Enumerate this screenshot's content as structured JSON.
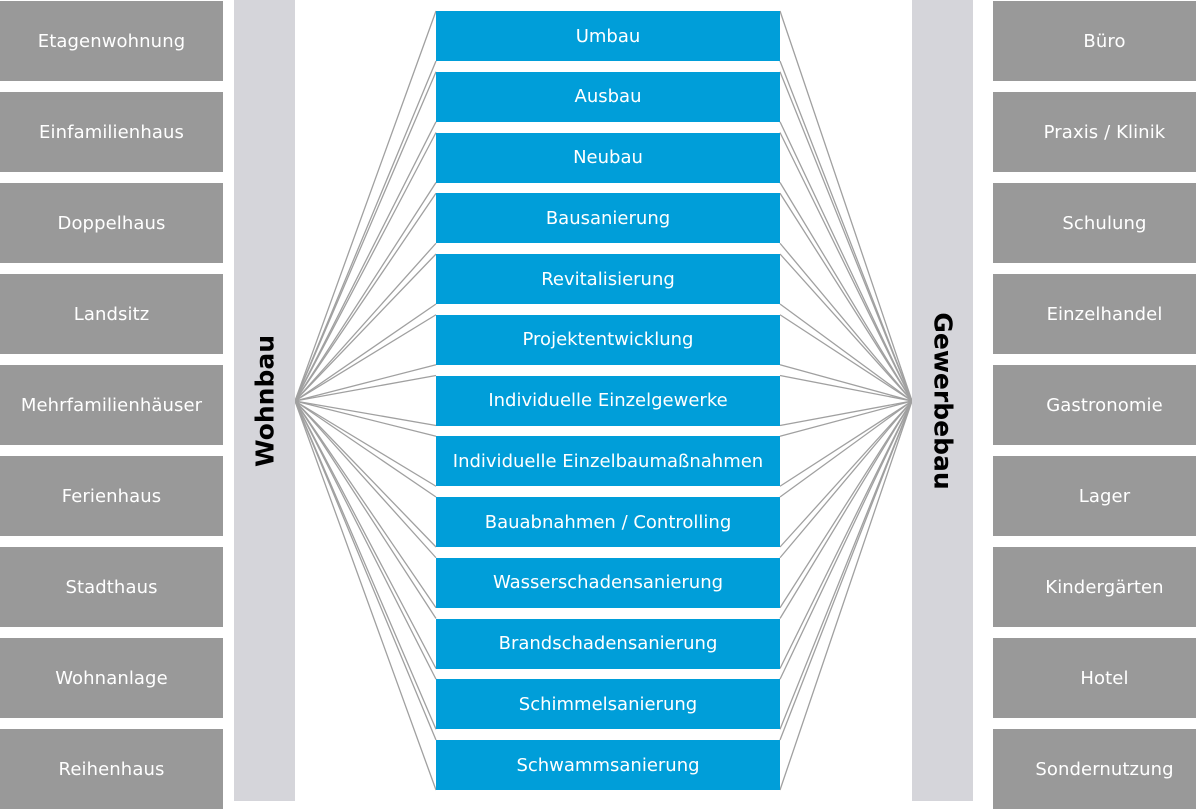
{
  "wohnbau": {
    "label": "Wohnbau",
    "items": [
      "Etagenwohnung",
      "Einfamilienhaus",
      "Doppelhaus",
      "Landsitz",
      "Mehrfamilienhäuser",
      "Ferienhaus",
      "Stadthaus",
      "Wohnanlage",
      "Reihenhaus"
    ]
  },
  "gewerbebau": {
    "label": "Gewerbebau",
    "items": [
      "Büro",
      "Praxis / Klinik",
      "Schulung",
      "Einzelhandel",
      "Gastronomie",
      "Lager",
      "Kindergärten",
      "Hotel",
      "Sondernutzung"
    ]
  },
  "services": [
    "Umbau",
    "Ausbau",
    "Neubau",
    "Bausanierung",
    "Revitalisierung",
    "Projektentwicklung",
    "Individuelle Einzelgewerke",
    "Individuelle Einzelbaumaßnahmen",
    "Bauabnahmen / Controlling",
    "Wasserschadensanierung",
    "Brandschadensanierung",
    "Schimmelsanierung",
    "Schwammsanierung"
  ],
  "colors": {
    "service_blue": "#009ed9",
    "type_gray": "#999999",
    "category_bar": "#d5d5da",
    "connector": "#a0a0a0"
  }
}
